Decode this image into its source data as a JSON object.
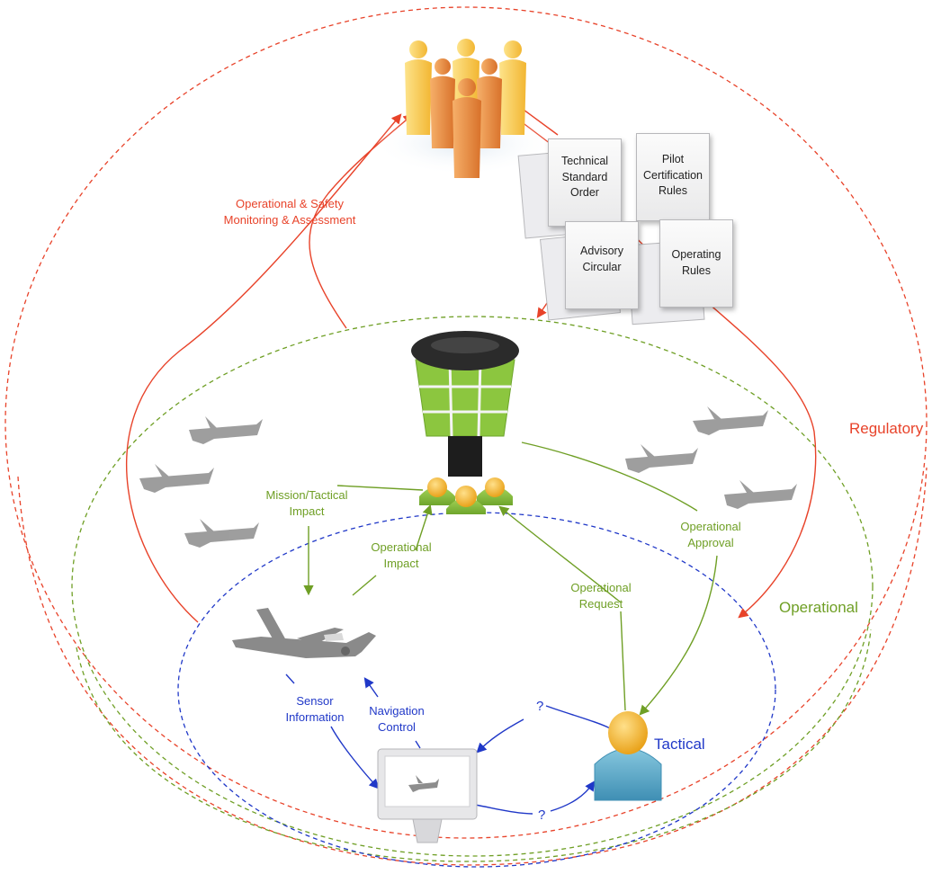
{
  "documents": {
    "technical_standard_order": "Technical\nStandard\nOrder",
    "pilot_certification_rules": "Pilot\nCertification\nRules",
    "advisory_circular": "Advisory\nCircular",
    "operating_rules": "Operating\nRules"
  },
  "labels": {
    "operational_safety": "Operational & Safety\nMonitoring & Assessment",
    "mission_tactical_impact": "Mission/Tactical\nImpact",
    "operational_impact": "Operational\nImpact",
    "operational_request": "Operational\nRequest",
    "operational_approval": "Operational\nApproval",
    "sensor_information": "Sensor\nInformation",
    "navigation_control": "Navigation\nControl",
    "question_top": "?",
    "question_bottom": "?"
  },
  "zones": {
    "regulatory": "Regulatory",
    "operational": "Operational",
    "tactical": "Tactical"
  },
  "colors": {
    "regulatory": "#e8432a",
    "operational": "#6f9f25",
    "tactical": "#2038c8",
    "aircraft": "#8d8d8d",
    "people_light": "#f7c94e",
    "people_dark": "#e58a3c",
    "controller_green": "#8cc63f",
    "pilot_blue": "#5aa6c8"
  },
  "icons": [
    "regulators-group-icon",
    "control-tower-icon",
    "controllers-icon",
    "aircraft-icon",
    "monitor-icon",
    "pilot-icon",
    "document-icon"
  ]
}
